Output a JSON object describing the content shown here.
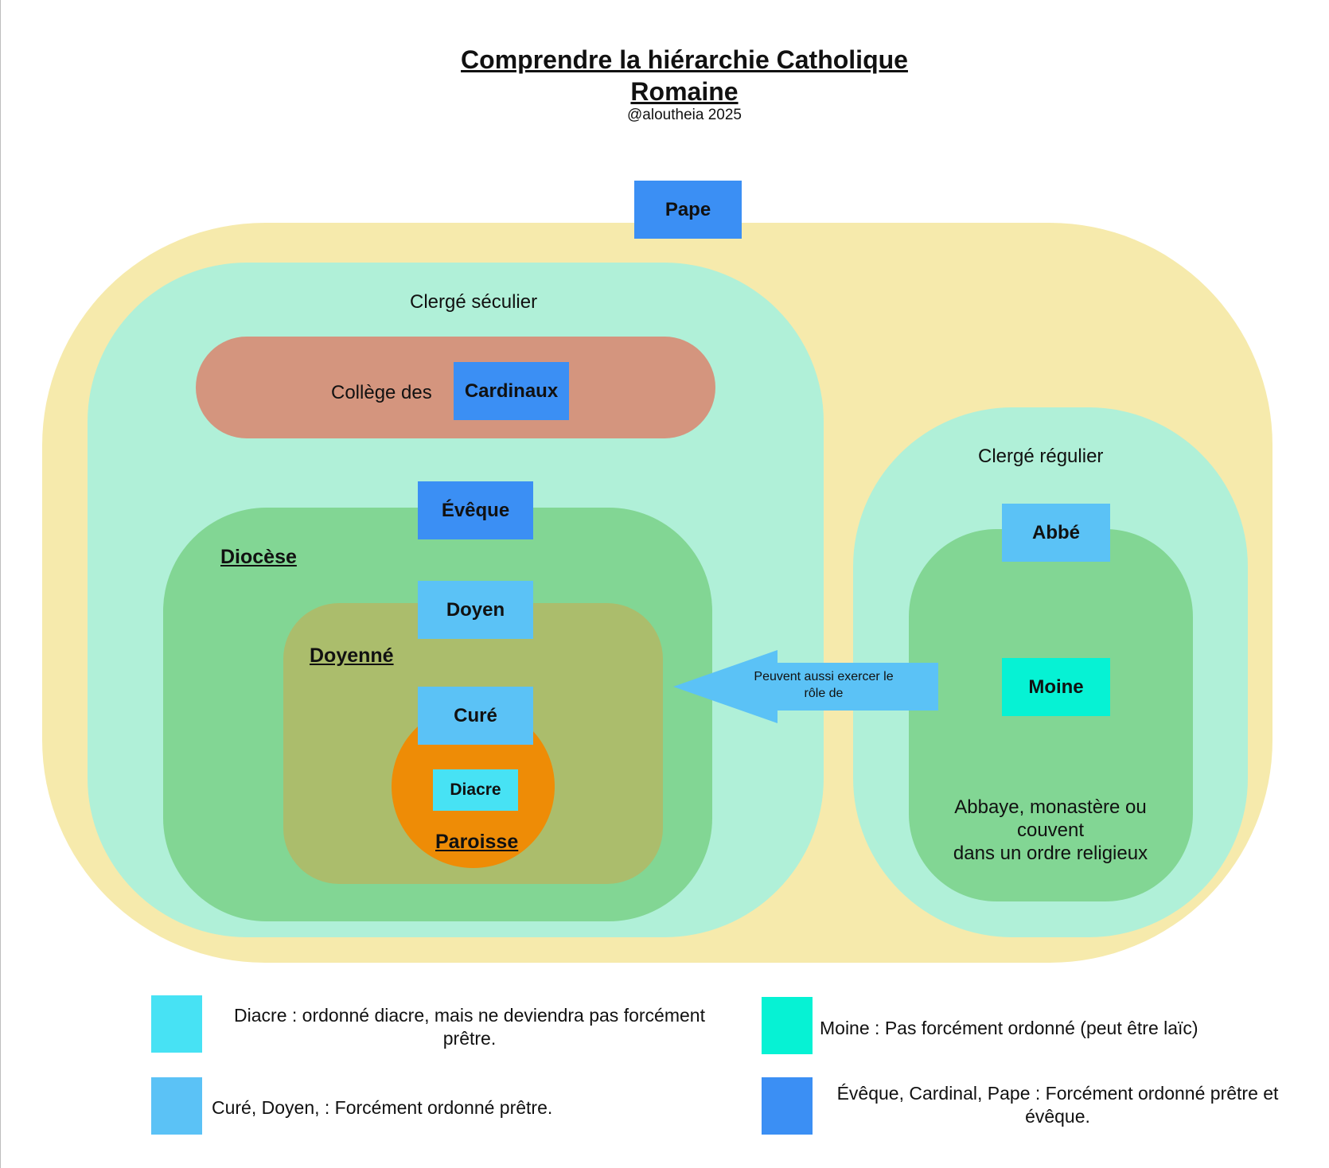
{
  "title_line1": "Comprendre la hiérarchie Catholique",
  "title_line2": "Romaine",
  "subtitle": "@aloutheia 2025",
  "colors": {
    "outer": "#f6eaac",
    "clergy": "#b0f0d8",
    "college": "#d4957e",
    "diocese": "#82d694",
    "doyenne": "#abbd6c",
    "paroisse": "#ee8c06",
    "bishop_blue": "#3b8ff4",
    "priest_blue": "#5bc2f6",
    "deacon_cyan": "#47e2f4",
    "monk_teal": "#06f2d4"
  },
  "nodes": {
    "pape": "Pape",
    "cardinaux": "Cardinaux",
    "eveque": "Évêque",
    "doyen": "Doyen",
    "cure": "Curé",
    "diacre": "Diacre",
    "abbe": "Abbé",
    "moine": "Moine"
  },
  "regions": {
    "clerge_seculier": "Clergé séculier",
    "college_des": "Collège des",
    "diocese": "Diocèse",
    "doyenne": "Doyenné",
    "paroisse": "Paroisse",
    "clerge_regulier": "Clergé régulier",
    "abbaye_lines": [
      "Abbaye, monastère ou",
      "couvent",
      "dans un ordre religieux"
    ]
  },
  "arrow": {
    "line1": "Peuvent aussi exercer le",
    "line2": "rôle de"
  },
  "legend": [
    {
      "color": "#47e2f4",
      "line1": "Diacre : ordonné diacre, mais ne deviendra pas forcément",
      "line2": "prêtre."
    },
    {
      "color": "#06f2d4",
      "line1": "Moine : Pas forcément ordonné (peut être laïc)",
      "line2": ""
    },
    {
      "color": "#5bc2f6",
      "line1": "Curé, Doyen, : Forcément ordonné prêtre.",
      "line2": ""
    },
    {
      "color": "#3b8ff4",
      "line1": "Évêque, Cardinal, Pape : Forcément ordonné prêtre et",
      "line2": "évêque."
    }
  ]
}
